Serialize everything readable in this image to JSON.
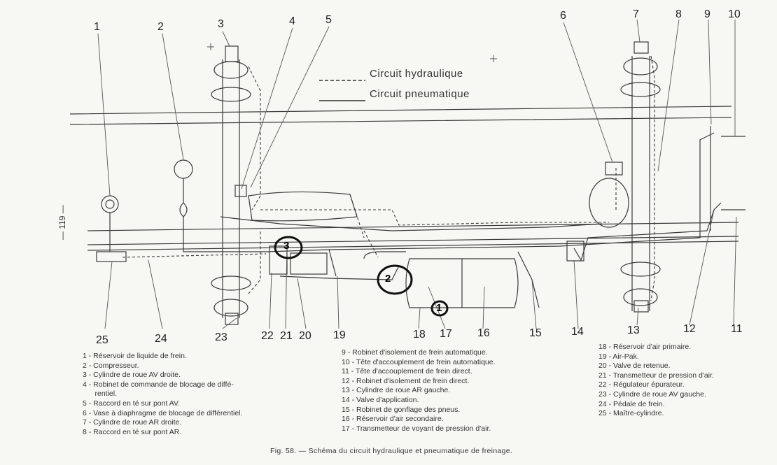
{
  "legend": {
    "hydraulic_label": "Circuit hydraulique",
    "pneumatic_label": "Circuit pneumatique"
  },
  "side_label": "— 119 —",
  "callouts": [
    "1",
    "2",
    "3",
    "4",
    "5",
    "6",
    "7",
    "8",
    "9",
    "10",
    "11",
    "12",
    "13",
    "14",
    "15",
    "16",
    "17",
    "18",
    "19",
    "20",
    "21",
    "22",
    "23",
    "24",
    "25"
  ],
  "markers": [
    "1",
    "2",
    "3"
  ],
  "key": {
    "col1": [
      "1 - Réservoir de liquide de frein.",
      "2 - Compresseur.",
      "3 - Cylindre de roue AV droite.",
      "4 - Robinet de commande de blocage de diffé-",
      "      rentiel.",
      "5 - Raccord en té sur pont AV.",
      "6 - Vase à diaphragme de blocage de différentiel.",
      "7 - Cylindre de roue AR droite.",
      "8 - Raccord en té sur pont AR."
    ],
    "col2": [
      "9 - Robinet d'isolement de frein automatique.",
      "10 - Tête d'accouplement de frein automatique.",
      "11 - Tête d'accouplement de frein direct.",
      "12 - Robinet d'isolement de frein direct.",
      "13 - Cylindre de roue AR gauche.",
      "14 - Valve d'application.",
      "15 - Robinet de gonflage des pneus.",
      "16 - Réservoir d'air secondaire.",
      "17 - Transmetteur de voyant de pression d'air."
    ],
    "col3": [
      "18 - Réservoir d'air primaire.",
      "19 - Air-Pak.",
      "20 - Valve de retenue.",
      "21 - Transmetteur de pression d'air.",
      "22 - Régulateur épurateur.",
      "23 - Cylindre de roue AV gauche.",
      "24 - Pédale de frein.",
      "25 - Maître-cylindre."
    ]
  },
  "caption": "Fig. 58. — Schéma du circuit hydraulique et pneumatique de freinage."
}
